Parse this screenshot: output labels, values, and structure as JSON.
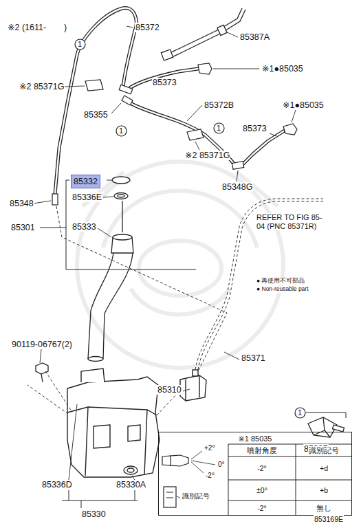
{
  "diagram": {
    "nodes": [
      {
        "text": [
          "1"
        ]
      },
      {
        "text": [
          "1"
        ]
      },
      {
        "text": [
          "1"
        ]
      },
      {
        "text": [
          "85332"
        ]
      },
      {
        "text": [
          "1"
        ]
      },
      {
        "text": [
          "※1 85035"
        ]
      }
    ],
    "labels": [
      "※2 (1611-　　)",
      "85372",
      "85387A",
      "※1●85035",
      "※2 85371G",
      "85373",
      "85355",
      "85372B",
      "※1●85035",
      "85373",
      "※2 85371G",
      "85348G",
      "85336E",
      "85348",
      "85301",
      "85333",
      "REFER TO FIG 85-04 (PNC 85371R)",
      "● 再使用不可部品",
      "● Non-reusable part",
      "90119-06767(2)",
      "85371",
      "85310",
      "85387",
      "85336D",
      "85330A",
      "85330",
      "+2°",
      "0°",
      "-2°",
      "噴射角度",
      "識別記号",
      "-2°",
      "+d",
      "±0°",
      "+b",
      "-2°",
      "無し",
      "識別記号",
      "853169E"
    ]
  }
}
